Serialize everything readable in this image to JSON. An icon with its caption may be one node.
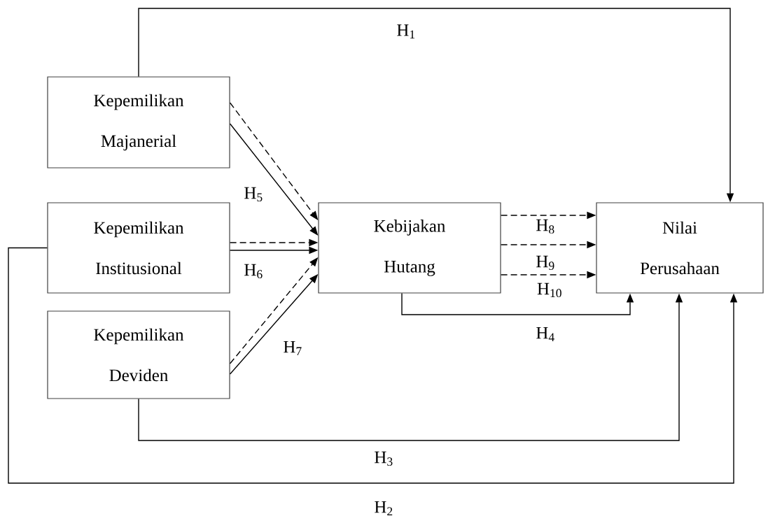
{
  "diagram": {
    "nodes": [
      {
        "text": [
          "Kepemilikan Majanerial"
        ]
      },
      {
        "text": [
          "Kepemilikan Institusional"
        ]
      },
      {
        "text": [
          "Kepemilikan Deviden"
        ]
      },
      {
        "text": [
          "Kebijakan Hutang"
        ]
      },
      {
        "text": [
          "Nilai Perusahaan"
        ]
      }
    ],
    "edges": [
      {
        "from": 0,
        "to": 4,
        "arrow": "to",
        "label": "H$_{1}$"
      },
      {
        "from": 1,
        "to": 4,
        "arrow": "to",
        "label": "H$_{2}$"
      },
      {
        "from": 2,
        "to": 4,
        "arrow": "to",
        "label": "H$_{3}$"
      },
      {
        "from": 3,
        "to": 4,
        "arrow": "to",
        "label": "H$_{4}$"
      },
      {
        "from": 0,
        "to": 3,
        "arrow": "to",
        "label": "H$_{5}$"
      },
      {
        "from": 0,
        "to": 3,
        "arrow": "to",
        "style": "dashed"
      },
      {
        "from": 1,
        "to": 3,
        "arrow": "to",
        "label": "H$_{6}$"
      },
      {
        "from": 1,
        "to": 3,
        "arrow": "to",
        "style": "dashed"
      },
      {
        "from": 2,
        "to": 3,
        "arrow": "to",
        "label": "H$_{7}$"
      },
      {
        "from": 2,
        "to": 3,
        "arrow": "to",
        "style": "dashed"
      },
      {
        "from": 3,
        "to": 4,
        "arrow": "to",
        "style": "dashed",
        "label": "H$_{8}$"
      },
      {
        "from": 3,
        "to": 4,
        "arrow": "to",
        "style": "dashed",
        "label": "H$_{9}$"
      },
      {
        "from": 3,
        "to": 4,
        "arrow": "to",
        "style": "dashed",
        "label": "H$_{10}$"
      }
    ]
  }
}
